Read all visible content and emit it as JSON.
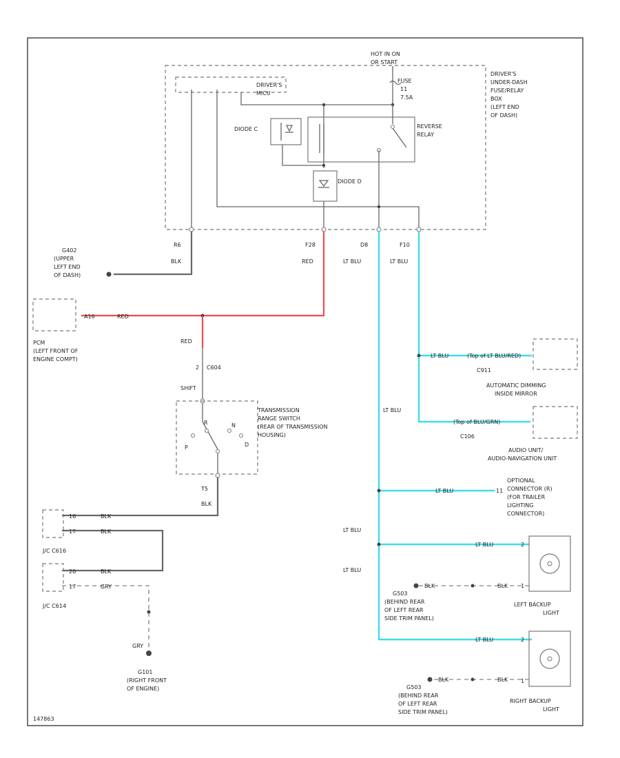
{
  "fuse": {
    "source": [
      "HOT IN ON",
      "OR START"
    ],
    "name": "FUSE",
    "number": "11",
    "rating": "7.5A"
  },
  "fuse_box": {
    "label": [
      "DRIVER'S",
      "UNDER-DASH",
      "FUSE/RELAY",
      "BOX",
      "(LEFT END",
      "OF DASH)"
    ]
  },
  "drivers_mcu": [
    "DRIVER'S",
    "MICU"
  ],
  "diode_c": "DIODE C",
  "diode_d": "DIODE D",
  "reverse_relay": [
    "REVERSE",
    "RELAY"
  ],
  "pins": {
    "r6": "R6",
    "f28": "F28",
    "d8": "D8",
    "f10": "F10"
  },
  "wires": {
    "r6": "BLK",
    "f28": "RED",
    "d8": "LT BLU",
    "f10": "LT BLU",
    "red_to_pcm": "RED",
    "red_down": "RED",
    "t5": "BLK",
    "jc_blk_1": "BLK",
    "jc_blk_2": "BLK",
    "jc_blk_3": "BLK",
    "jc_gry": "GRY",
    "gry_down": "GRY",
    "mirror": "LT BLU",
    "mirror_alt": "(Top of LT BLU/RED)",
    "audio": "(Top of BLU/GRN)",
    "d8_lower": "LT BLU",
    "trailer": "LT BLU",
    "lbu_left": "LT BLU",
    "lbu_blue": "LT BLU",
    "rbu": "LT BLU",
    "g503_blk": "BLK",
    "g503_blk2": "BLK",
    "g503b_blk": "BLK",
    "g503b_blk2": "BLK"
  },
  "ground_upper": [
    "(UPPER",
    "LEFT END",
    "OF DASH)",
    "G402"
  ],
  "pcm": [
    "PCM",
    "(LEFT FRONT OF",
    "ENGINE COMPT)"
  ],
  "pcm_pin": "A16",
  "c604": "C604",
  "c604_pin": "2",
  "shift_pin": "SHIFT",
  "trs": [
    "TRANSMISSION",
    "RANGE SWITCH",
    "(REAR OF TRANSMISSION",
    "HOUSING)"
  ],
  "trs_positions": [
    "P",
    "R",
    "N",
    "D"
  ],
  "trs_pin": "T5",
  "jc_c616": "J/C C616",
  "jc_c614": "J/C C614",
  "jc_pins": [
    "16",
    "17",
    "20",
    "17"
  ],
  "g101": [
    "G101",
    "(RIGHT FRONT",
    "OF ENGINE)"
  ],
  "mirror": {
    "connector": "C911",
    "label": [
      "AUTOMATIC DIMMING",
      "INSIDE MIRROR"
    ]
  },
  "audio": {
    "connector": "C106",
    "label": [
      "AUDIO UNIT/",
      "AUDIO-NAVIGATION UNIT"
    ]
  },
  "trailer": {
    "pin": "11",
    "label": [
      "OPTIONAL",
      "CONNECTOR (R)",
      "(FOR TRAILER",
      "LIGHTING",
      "CONNECTOR)"
    ]
  },
  "left_backup": {
    "pin1": "2",
    "pin2": "1",
    "label": [
      "LEFT BACKUP",
      "LIGHT"
    ]
  },
  "right_backup": {
    "pin1": "2",
    "pin2": "1",
    "label": [
      "RIGHT BACKUP",
      "LIGHT"
    ]
  },
  "g503": [
    "G503",
    "(BEHIND REAR",
    "OF LEFT REAR",
    "SIDE TRIM PANEL)"
  ],
  "g503b": [
    "G503",
    "(BEHIND REAR",
    "OF LEFT REAR",
    "SIDE TRIM PANEL)"
  ],
  "footer_id": "147863"
}
